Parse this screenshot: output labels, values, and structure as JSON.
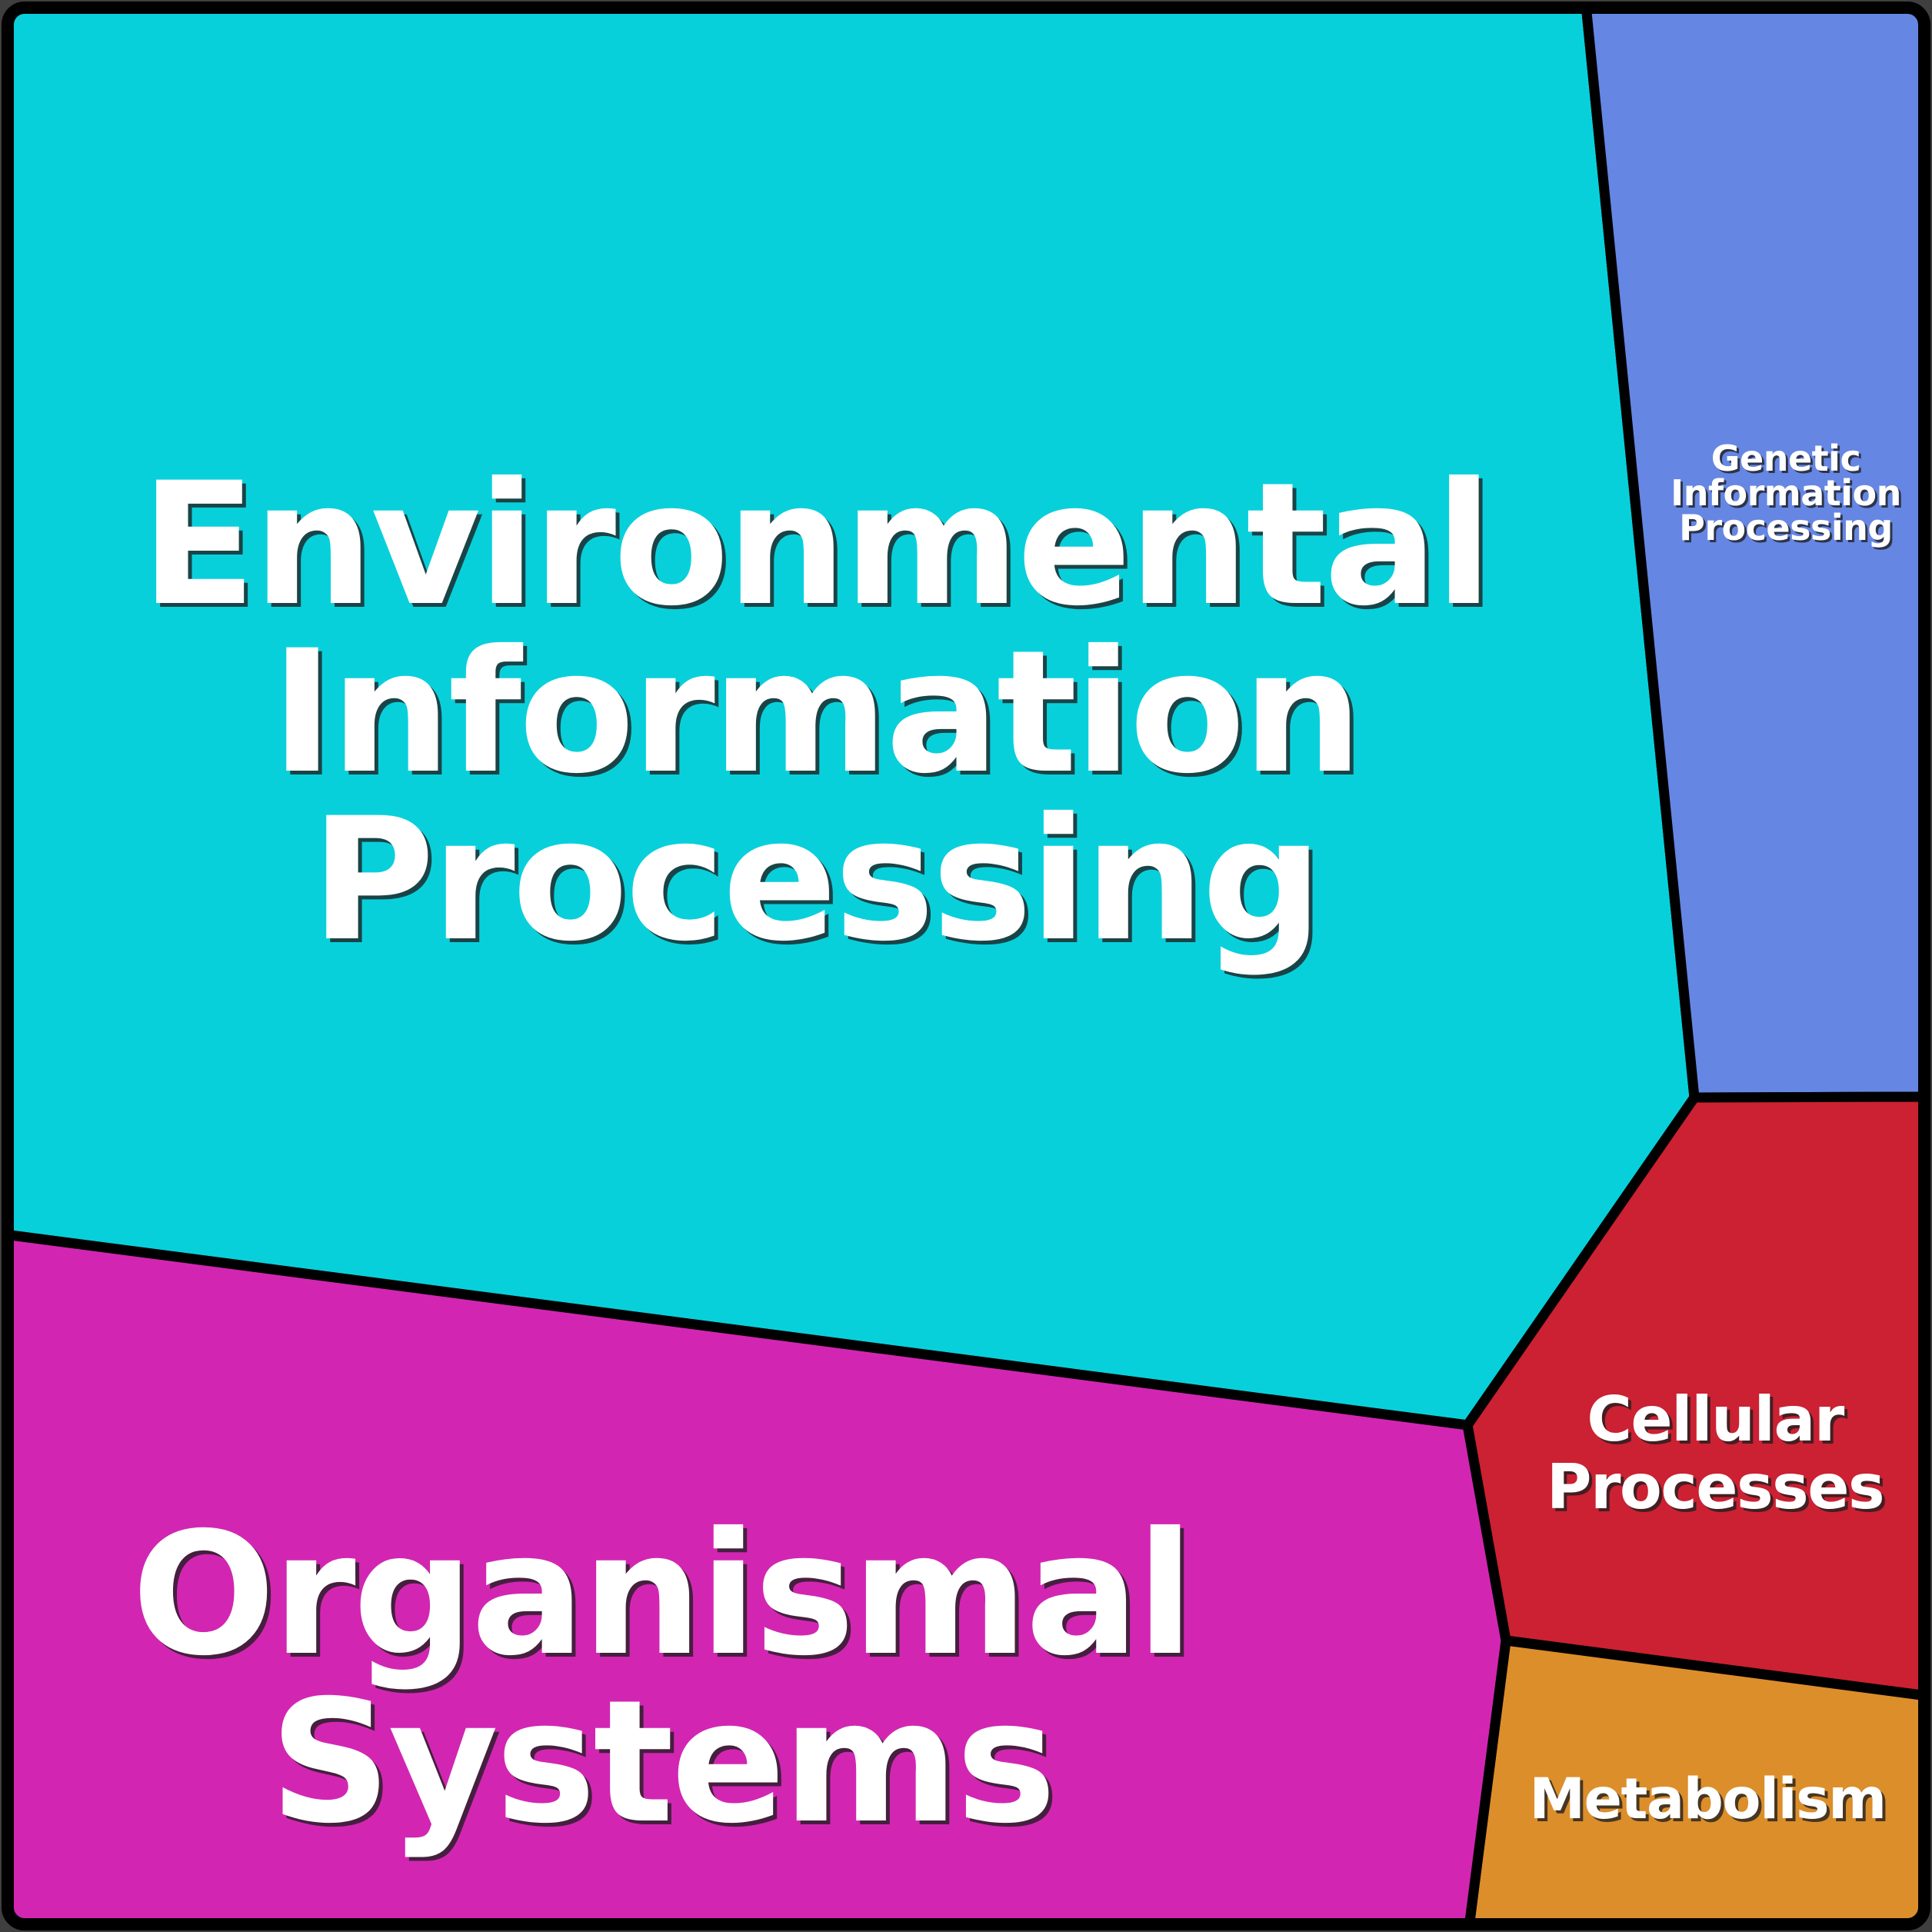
{
  "chart_data": {
    "type": "treemap",
    "style": "voronoi-treemap",
    "title": "",
    "legend": "none",
    "gridlines": false,
    "text_color": "#ffffff",
    "border_color": "#000000",
    "background_color": "#3f3f3f",
    "regions": {
      "environmental": {
        "label": "Environmental Information Processing",
        "lines": [
          "Environmental",
          "Information",
          "Processing"
        ],
        "color": "#08d0db",
        "area_pct_est": 58.8
      },
      "organismal": {
        "label": "Organismal Systems",
        "lines": [
          "Organismal",
          "Systems"
        ],
        "color": "#d226b2",
        "area_pct_est": 23.9
      },
      "genetic": {
        "label": "Genetic Information Processing",
        "lines": [
          "Genetic",
          "Information",
          "Processing"
        ],
        "color": "#6586e3",
        "area_pct_est": 8.4
      },
      "cellular": {
        "label": "Cellular Processes",
        "lines": [
          "Cellular",
          "Processes"
        ],
        "color": "#cb2132",
        "area_pct_est": 5.9
      },
      "metabolism": {
        "label": "Metabolism",
        "lines": [
          "Metabolism"
        ],
        "color": "#dc8e2b",
        "area_pct_est": 3.0
      }
    }
  }
}
